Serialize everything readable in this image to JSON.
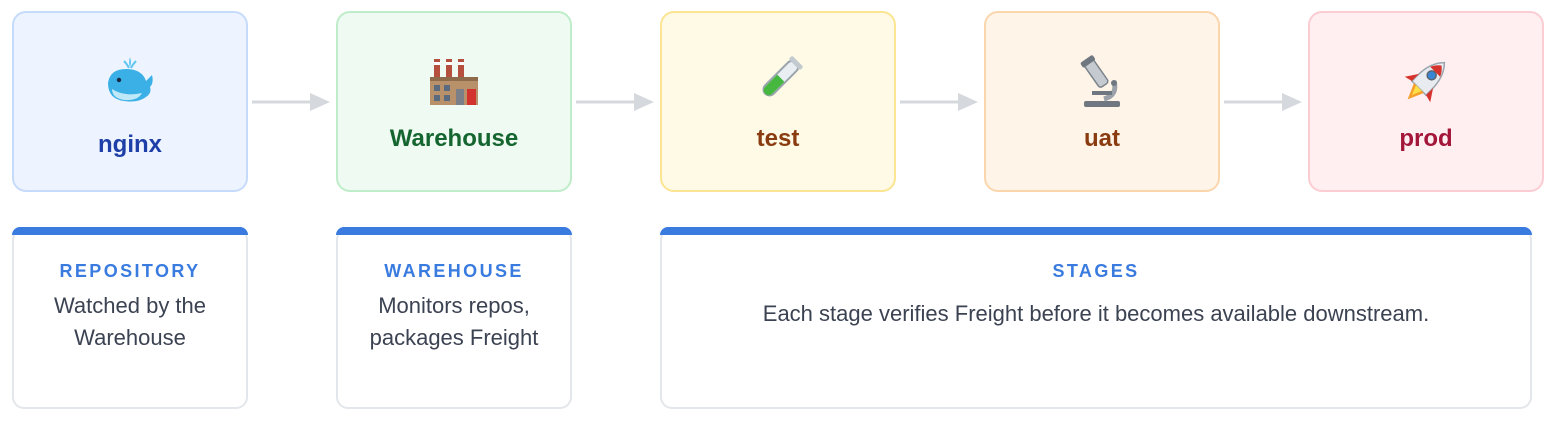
{
  "nodes": {
    "nginx": {
      "label": "nginx",
      "icon": "whale-icon"
    },
    "warehouse": {
      "label": "Warehouse",
      "icon": "factory-icon"
    },
    "test": {
      "label": "test",
      "icon": "test-tube-icon"
    },
    "uat": {
      "label": "uat",
      "icon": "microscope-icon"
    },
    "prod": {
      "label": "prod",
      "icon": "rocket-icon"
    }
  },
  "cards": {
    "repository": {
      "heading": "REPOSITORY",
      "line1": "Watched by the",
      "line2": "Warehouse"
    },
    "warehouse": {
      "heading": "WAREHOUSE",
      "line1": "Monitors repos,",
      "line2": "packages Freight"
    },
    "stages": {
      "heading": "STAGES",
      "text": "Each stage verifies Freight before it becomes available downstream."
    }
  },
  "colors": {
    "accent_blue": "#3a7be0",
    "arrow_gray": "#d5d8dd",
    "nginx_text": "#1e3fa8",
    "warehouse_text": "#14652f",
    "test_text": "#8a3c11",
    "uat_text": "#8a3c11",
    "prod_text": "#a3163a"
  }
}
